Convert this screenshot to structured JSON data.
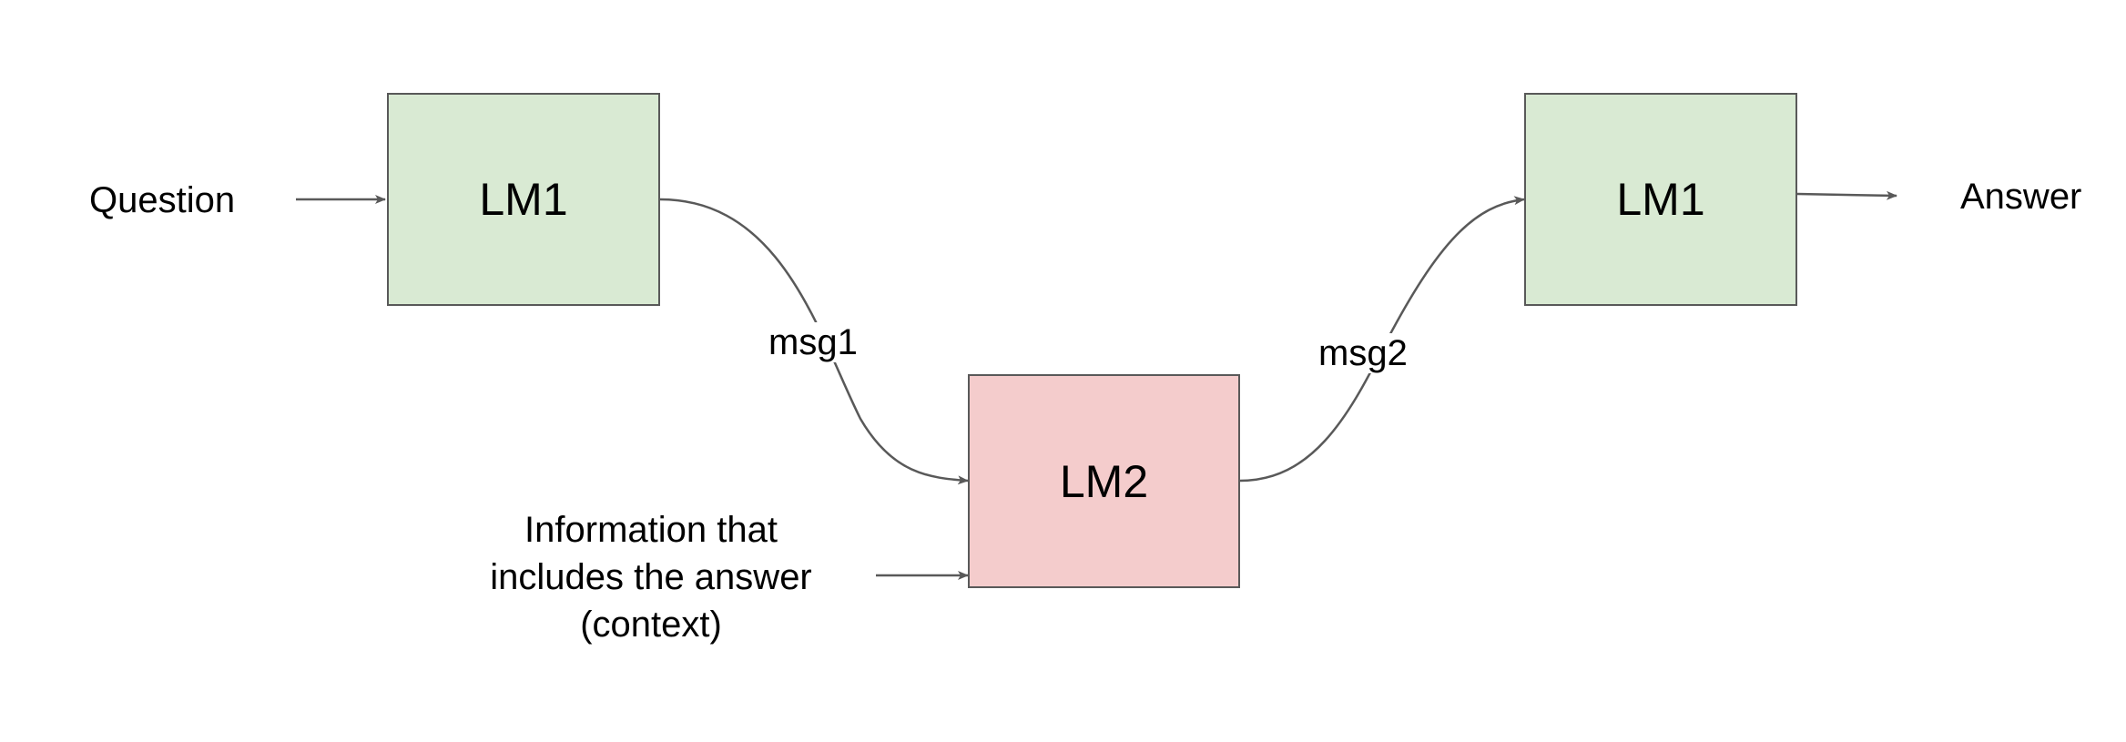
{
  "colors": {
    "lm1_fill": "#d9ead3",
    "lm2_fill": "#f4cccc",
    "stroke": "#595959"
  },
  "nodes": {
    "lm1_first": "LM1",
    "lm2": "LM2",
    "lm1_second": "LM1"
  },
  "labels": {
    "question": "Question",
    "answer": "Answer",
    "msg1": "msg1",
    "msg2": "msg2",
    "context_lines": [
      "Information that",
      "includes the answer",
      "(context)"
    ]
  }
}
